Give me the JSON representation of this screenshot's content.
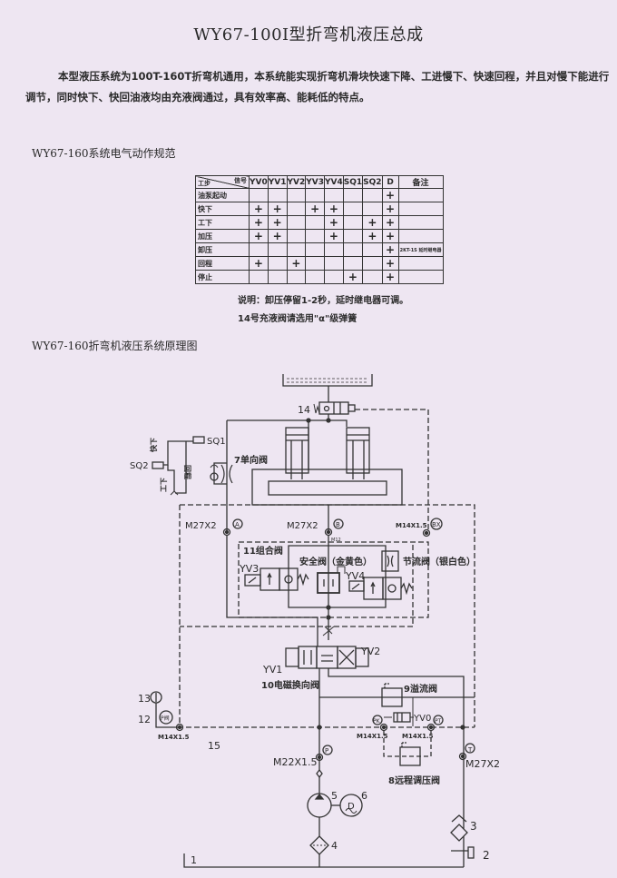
{
  "title": "WY67-100I型折弯机液压总成",
  "intro": {
    "line1": "本型液压系统为100T-160T折弯机通用，本系统能实现折弯机滑块快速下降、工进慢下、快速回程，并且对慢下能进行",
    "line2": "调节，同时快下、快回油液均由充液阀通过，具有效率高、能耗低的特点。"
  },
  "electrical_heading": "WY67-160系统电气动作规范",
  "table": {
    "corner_top": "信号",
    "corner_bottom": "工步",
    "columns": [
      "YV0",
      "YV1",
      "YV2",
      "YV3",
      "YV4",
      "SQ1",
      "SQ2",
      "D",
      "备注"
    ],
    "rows": [
      {
        "step": "油泵起动",
        "cells": [
          "",
          "",
          "",
          "",
          "",
          "",
          "",
          "+",
          ""
        ]
      },
      {
        "step": "快下",
        "cells": [
          "+",
          "+",
          "",
          "+",
          "+",
          "",
          "",
          "+",
          ""
        ]
      },
      {
        "step": "工下",
        "cells": [
          "+",
          "+",
          "",
          "",
          "+",
          "",
          "+",
          "+",
          ""
        ]
      },
      {
        "step": "加压",
        "cells": [
          "+",
          "+",
          "",
          "",
          "+",
          "",
          "+",
          "+",
          ""
        ]
      },
      {
        "step": "卸压",
        "cells": [
          "",
          "",
          "",
          "",
          "",
          "",
          "",
          "+",
          "2KT-1S 延时继电器"
        ]
      },
      {
        "step": "回程",
        "cells": [
          "+",
          "",
          "+",
          "",
          "",
          "",
          "",
          "+",
          ""
        ]
      },
      {
        "step": "停止",
        "cells": [
          "",
          "",
          "",
          "",
          "",
          "+",
          "",
          "+",
          ""
        ]
      }
    ]
  },
  "notes": {
    "line1": "说明：卸压停留1-2秒，延时继电器可调。",
    "line2": "14号充液阀请选用\"α\"级弹簧"
  },
  "diagram_heading": "WY67-160折弯机液压系统原理图",
  "diagram": {
    "l14": "14",
    "l7": "7单向阀",
    "sq1": "SQ1",
    "sq2": "SQ2",
    "kuaixia": "快下",
    "gongxia": "工下",
    "huicheng": "回程",
    "portA_thread": "M27X2",
    "portA": "A",
    "portB_thread": "M27X2",
    "portB": "B",
    "portB_small": "M12",
    "portBX_thread": "M14X1.5",
    "portBX": "BX",
    "l11": "11组合阀",
    "safety": "安全阀（金黄色）",
    "throttle": "节流阀（银白色）",
    "yv3": "YV3",
    "yv4": "YV4",
    "yv1": "YV1",
    "yv2": "YV2",
    "l10": "10电磁换向阀",
    "l9": "9溢流阀",
    "yv0": "YV0",
    "pk": "PK",
    "pt": "PT",
    "pk_thread": "M14X1.5",
    "pt_thread": "M14X1.5",
    "l8": "8远程调压阀",
    "l13": "13",
    "l12": "12",
    "pvalve": "P阀",
    "l12_thread": "M14X1.5",
    "l15": "15",
    "portP": "P",
    "portP_thread": "M22X1.5",
    "portT": "T",
    "portT_thread": "M27X2",
    "l5": "5",
    "l6": "6",
    "motor": "D",
    "l4": "4",
    "l3": "3",
    "l2": "2",
    "l1": "1"
  }
}
